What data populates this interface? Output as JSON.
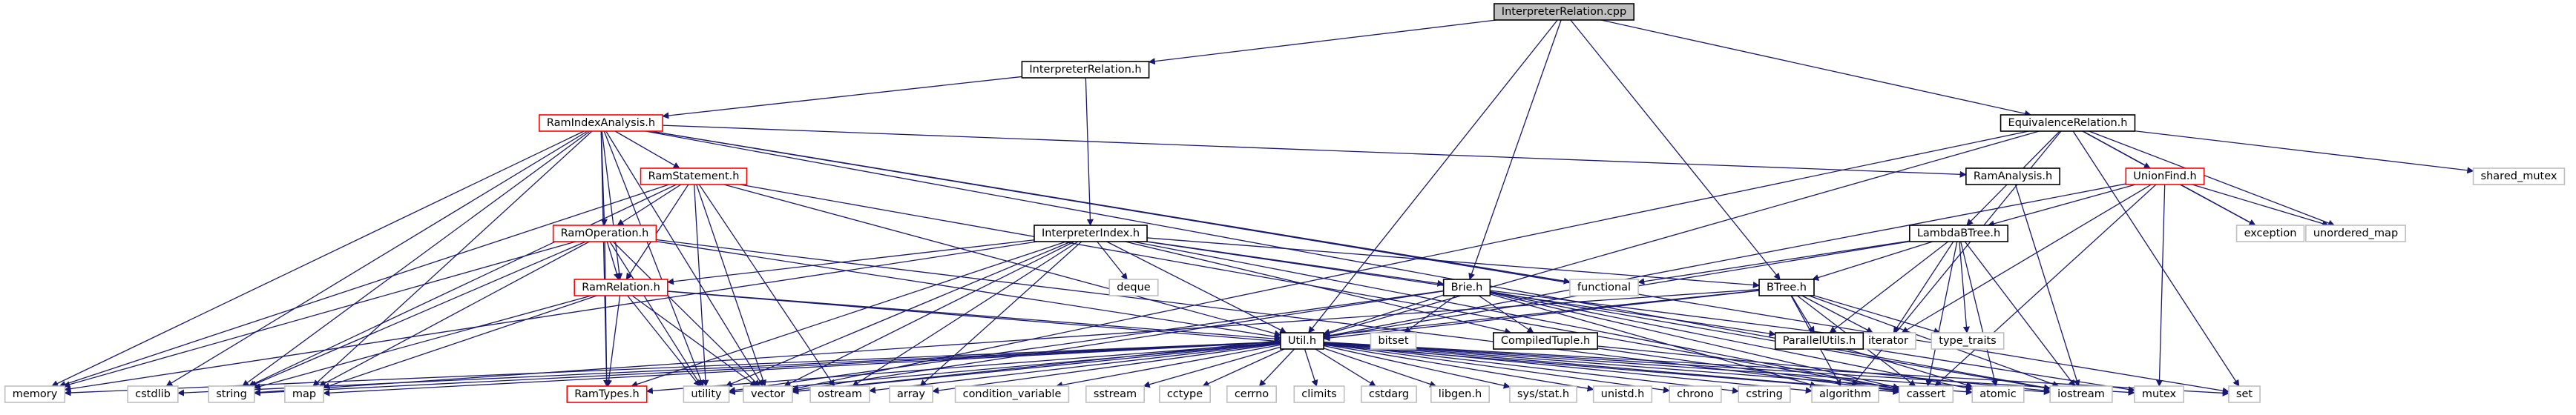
{
  "graph": {
    "nodes": [
      {
        "id": "interpreter_relation_cpp",
        "label": "InterpreterRelation.cpp",
        "kind": "root"
      },
      {
        "id": "interpreter_relation_h",
        "label": "InterpreterRelation.h",
        "kind": "internal"
      },
      {
        "id": "ram_index_analysis_h",
        "label": "RamIndexAnalysis.h",
        "kind": "redlink"
      },
      {
        "id": "equivalence_relation_h",
        "label": "EquivalenceRelation.h",
        "kind": "internal"
      },
      {
        "id": "shared_mutex",
        "label": "shared_mutex",
        "kind": "system"
      },
      {
        "id": "ram_statement_h",
        "label": "RamStatement.h",
        "kind": "redlink"
      },
      {
        "id": "ram_analysis_h",
        "label": "RamAnalysis.h",
        "kind": "internal"
      },
      {
        "id": "union_find_h",
        "label": "UnionFind.h",
        "kind": "redlink"
      },
      {
        "id": "ram_operation_h",
        "label": "RamOperation.h",
        "kind": "redlink"
      },
      {
        "id": "interpreter_index_h",
        "label": "InterpreterIndex.h",
        "kind": "internal"
      },
      {
        "id": "exception",
        "label": "exception",
        "kind": "system"
      },
      {
        "id": "unordered_map",
        "label": "unordered_map",
        "kind": "system"
      },
      {
        "id": "lambda_btree_h",
        "label": "LambdaBTree.h",
        "kind": "internal"
      },
      {
        "id": "ram_relation_h",
        "label": "RamRelation.h",
        "kind": "redlink"
      },
      {
        "id": "deque",
        "label": "deque",
        "kind": "system"
      },
      {
        "id": "brie_h",
        "label": "Brie.h",
        "kind": "internal"
      },
      {
        "id": "functional",
        "label": "functional",
        "kind": "system"
      },
      {
        "id": "btree_h",
        "label": "BTree.h",
        "kind": "internal"
      },
      {
        "id": "bitset",
        "label": "bitset",
        "kind": "system"
      },
      {
        "id": "compiled_tuple_h",
        "label": "CompiledTuple.h",
        "kind": "internal"
      },
      {
        "id": "iterator",
        "label": "iterator",
        "kind": "system"
      },
      {
        "id": "type_traits",
        "label": "type_traits",
        "kind": "system"
      },
      {
        "id": "util_h",
        "label": "Util.h",
        "kind": "internal"
      },
      {
        "id": "parallel_utils_h",
        "label": "ParallelUtils.h",
        "kind": "internal"
      },
      {
        "id": "memory",
        "label": "memory",
        "kind": "system"
      },
      {
        "id": "cstdlib",
        "label": "cstdlib",
        "kind": "system"
      },
      {
        "id": "string",
        "label": "string",
        "kind": "system"
      },
      {
        "id": "map",
        "label": "map",
        "kind": "system"
      },
      {
        "id": "ram_types_h",
        "label": "RamTypes.h",
        "kind": "redlink"
      },
      {
        "id": "utility",
        "label": "utility",
        "kind": "system"
      },
      {
        "id": "vector",
        "label": "vector",
        "kind": "system"
      },
      {
        "id": "ostream",
        "label": "ostream",
        "kind": "system"
      },
      {
        "id": "array",
        "label": "array",
        "kind": "system"
      },
      {
        "id": "condition_variable",
        "label": "condition_variable",
        "kind": "system"
      },
      {
        "id": "sstream",
        "label": "sstream",
        "kind": "system"
      },
      {
        "id": "cctype",
        "label": "cctype",
        "kind": "system"
      },
      {
        "id": "cerrno",
        "label": "cerrno",
        "kind": "system"
      },
      {
        "id": "climits",
        "label": "climits",
        "kind": "system"
      },
      {
        "id": "cstdarg",
        "label": "cstdarg",
        "kind": "system"
      },
      {
        "id": "libgen_h",
        "label": "libgen.h",
        "kind": "system"
      },
      {
        "id": "sys_stat_h",
        "label": "sys/stat.h",
        "kind": "system"
      },
      {
        "id": "unistd_h",
        "label": "unistd.h",
        "kind": "system"
      },
      {
        "id": "chrono",
        "label": "chrono",
        "kind": "system"
      },
      {
        "id": "cstring",
        "label": "cstring",
        "kind": "system"
      },
      {
        "id": "algorithm",
        "label": "algorithm",
        "kind": "system"
      },
      {
        "id": "cassert",
        "label": "cassert",
        "kind": "system"
      },
      {
        "id": "atomic",
        "label": "atomic",
        "kind": "system"
      },
      {
        "id": "iostream",
        "label": "iostream",
        "kind": "system"
      },
      {
        "id": "mutex",
        "label": "mutex",
        "kind": "system"
      },
      {
        "id": "set",
        "label": "set",
        "kind": "system"
      }
    ],
    "edges": [
      [
        "interpreter_relation_cpp",
        "interpreter_relation_h"
      ],
      [
        "interpreter_relation_cpp",
        "equivalence_relation_h"
      ],
      [
        "interpreter_relation_cpp",
        "btree_h"
      ],
      [
        "interpreter_relation_cpp",
        "brie_h"
      ],
      [
        "interpreter_relation_cpp",
        "util_h"
      ],
      [
        "interpreter_relation_h",
        "ram_index_analysis_h"
      ],
      [
        "interpreter_relation_h",
        "interpreter_index_h"
      ],
      [
        "ram_index_analysis_h",
        "ram_statement_h"
      ],
      [
        "ram_index_analysis_h",
        "ram_analysis_h"
      ],
      [
        "ram_index_analysis_h",
        "ram_operation_h"
      ],
      [
        "ram_index_analysis_h",
        "ram_relation_h"
      ],
      [
        "ram_index_analysis_h",
        "memory"
      ],
      [
        "ram_index_analysis_h",
        "cstdlib"
      ],
      [
        "ram_index_analysis_h",
        "string"
      ],
      [
        "ram_index_analysis_h",
        "map"
      ],
      [
        "ram_index_analysis_h",
        "ram_types_h"
      ],
      [
        "ram_index_analysis_h",
        "utility"
      ],
      [
        "ram_index_analysis_h",
        "vector"
      ],
      [
        "ram_index_analysis_h",
        "iostream"
      ],
      [
        "ram_index_analysis_h",
        "set"
      ],
      [
        "ram_index_analysis_h",
        "functional"
      ],
      [
        "ram_statement_h",
        "ram_operation_h"
      ],
      [
        "ram_statement_h",
        "ram_relation_h"
      ],
      [
        "ram_statement_h",
        "util_h"
      ],
      [
        "ram_statement_h",
        "string"
      ],
      [
        "ram_statement_h",
        "memory"
      ],
      [
        "ram_statement_h",
        "vector"
      ],
      [
        "ram_statement_h",
        "utility"
      ],
      [
        "ram_statement_h",
        "ostream"
      ],
      [
        "ram_statement_h",
        "cassert"
      ],
      [
        "ram_operation_h",
        "ram_relation_h"
      ],
      [
        "ram_operation_h",
        "ram_types_h"
      ],
      [
        "ram_operation_h",
        "util_h"
      ],
      [
        "ram_operation_h",
        "memory"
      ],
      [
        "ram_operation_h",
        "string"
      ],
      [
        "ram_operation_h",
        "map"
      ],
      [
        "ram_operation_h",
        "vector"
      ],
      [
        "ram_operation_h",
        "utility"
      ],
      [
        "ram_operation_h",
        "cassert"
      ],
      [
        "ram_relation_h",
        "ram_types_h"
      ],
      [
        "ram_relation_h",
        "util_h"
      ],
      [
        "ram_relation_h",
        "string"
      ],
      [
        "ram_relation_h",
        "map"
      ],
      [
        "ram_relation_h",
        "vector"
      ],
      [
        "ram_relation_h",
        "utility"
      ],
      [
        "ram_relation_h",
        "cassert"
      ],
      [
        "interpreter_index_h",
        "ram_relation_h"
      ],
      [
        "interpreter_index_h",
        "btree_h"
      ],
      [
        "interpreter_index_h",
        "brie_h"
      ],
      [
        "interpreter_index_h",
        "deque"
      ],
      [
        "interpreter_index_h",
        "util_h"
      ],
      [
        "interpreter_index_h",
        "compiled_tuple_h"
      ],
      [
        "interpreter_index_h",
        "parallel_utils_h"
      ],
      [
        "interpreter_index_h",
        "ram_types_h"
      ],
      [
        "interpreter_index_h",
        "memory"
      ],
      [
        "interpreter_index_h",
        "utility"
      ],
      [
        "interpreter_index_h",
        "vector"
      ],
      [
        "interpreter_index_h",
        "array"
      ],
      [
        "interpreter_index_h",
        "ostream"
      ],
      [
        "interpreter_index_h",
        "cassert"
      ],
      [
        "equivalence_relation_h",
        "union_find_h"
      ],
      [
        "equivalence_relation_h",
        "lambda_btree_h"
      ],
      [
        "equivalence_relation_h",
        "shared_mutex"
      ],
      [
        "equivalence_relation_h",
        "exception"
      ],
      [
        "equivalence_relation_h",
        "unordered_map"
      ],
      [
        "equivalence_relation_h",
        "util_h"
      ],
      [
        "equivalence_relation_h",
        "set"
      ],
      [
        "equivalence_relation_h",
        "vector"
      ],
      [
        "equivalence_relation_h",
        "algorithm"
      ],
      [
        "ram_analysis_h",
        "iostream"
      ],
      [
        "union_find_h",
        "lambda_btree_h"
      ],
      [
        "union_find_h",
        "exception"
      ],
      [
        "union_find_h",
        "unordered_map"
      ],
      [
        "union_find_h",
        "iterator"
      ],
      [
        "union_find_h",
        "mutex"
      ],
      [
        "union_find_h",
        "util_h"
      ],
      [
        "union_find_h",
        "cassert"
      ],
      [
        "lambda_btree_h",
        "btree_h"
      ],
      [
        "lambda_btree_h",
        "parallel_utils_h"
      ],
      [
        "lambda_btree_h",
        "util_h"
      ],
      [
        "lambda_btree_h",
        "functional"
      ],
      [
        "lambda_btree_h",
        "iterator"
      ],
      [
        "lambda_btree_h",
        "type_traits"
      ],
      [
        "lambda_btree_h",
        "atomic"
      ],
      [
        "lambda_btree_h",
        "iostream"
      ],
      [
        "lambda_btree_h",
        "cassert"
      ],
      [
        "btree_h",
        "parallel_utils_h"
      ],
      [
        "btree_h",
        "util_h"
      ],
      [
        "btree_h",
        "iterator"
      ],
      [
        "btree_h",
        "type_traits"
      ],
      [
        "btree_h",
        "algorithm"
      ],
      [
        "btree_h",
        "cassert"
      ],
      [
        "btree_h",
        "iostream"
      ],
      [
        "btree_h",
        "string"
      ],
      [
        "btree_h",
        "vector"
      ],
      [
        "brie_h",
        "compiled_tuple_h"
      ],
      [
        "brie_h",
        "util_h"
      ],
      [
        "brie_h",
        "bitset"
      ],
      [
        "brie_h",
        "iterator"
      ],
      [
        "brie_h",
        "algorithm"
      ],
      [
        "brie_h",
        "cassert"
      ],
      [
        "brie_h",
        "vector"
      ],
      [
        "brie_h",
        "atomic"
      ],
      [
        "brie_h",
        "iostream"
      ],
      [
        "brie_h",
        "utility"
      ],
      [
        "compiled_tuple_h",
        "iostream"
      ],
      [
        "compiled_tuple_h",
        "cassert"
      ],
      [
        "parallel_utils_h",
        "atomic"
      ],
      [
        "parallel_utils_h",
        "mutex"
      ],
      [
        "util_h",
        "ram_types_h"
      ],
      [
        "util_h",
        "memory"
      ],
      [
        "util_h",
        "cstdlib"
      ],
      [
        "util_h",
        "string"
      ],
      [
        "util_h",
        "map"
      ],
      [
        "util_h",
        "utility"
      ],
      [
        "util_h",
        "vector"
      ],
      [
        "util_h",
        "ostream"
      ],
      [
        "util_h",
        "array"
      ],
      [
        "util_h",
        "condition_variable"
      ],
      [
        "util_h",
        "sstream"
      ],
      [
        "util_h",
        "cctype"
      ],
      [
        "util_h",
        "cerrno"
      ],
      [
        "util_h",
        "climits"
      ],
      [
        "util_h",
        "cstdarg"
      ],
      [
        "util_h",
        "libgen_h"
      ],
      [
        "util_h",
        "sys_stat_h"
      ],
      [
        "util_h",
        "unistd_h"
      ],
      [
        "util_h",
        "chrono"
      ],
      [
        "util_h",
        "cstring"
      ],
      [
        "util_h",
        "algorithm"
      ],
      [
        "util_h",
        "cassert"
      ],
      [
        "util_h",
        "atomic"
      ],
      [
        "util_h",
        "iostream"
      ],
      [
        "util_h",
        "mutex"
      ],
      [
        "util_h",
        "set"
      ]
    ]
  }
}
